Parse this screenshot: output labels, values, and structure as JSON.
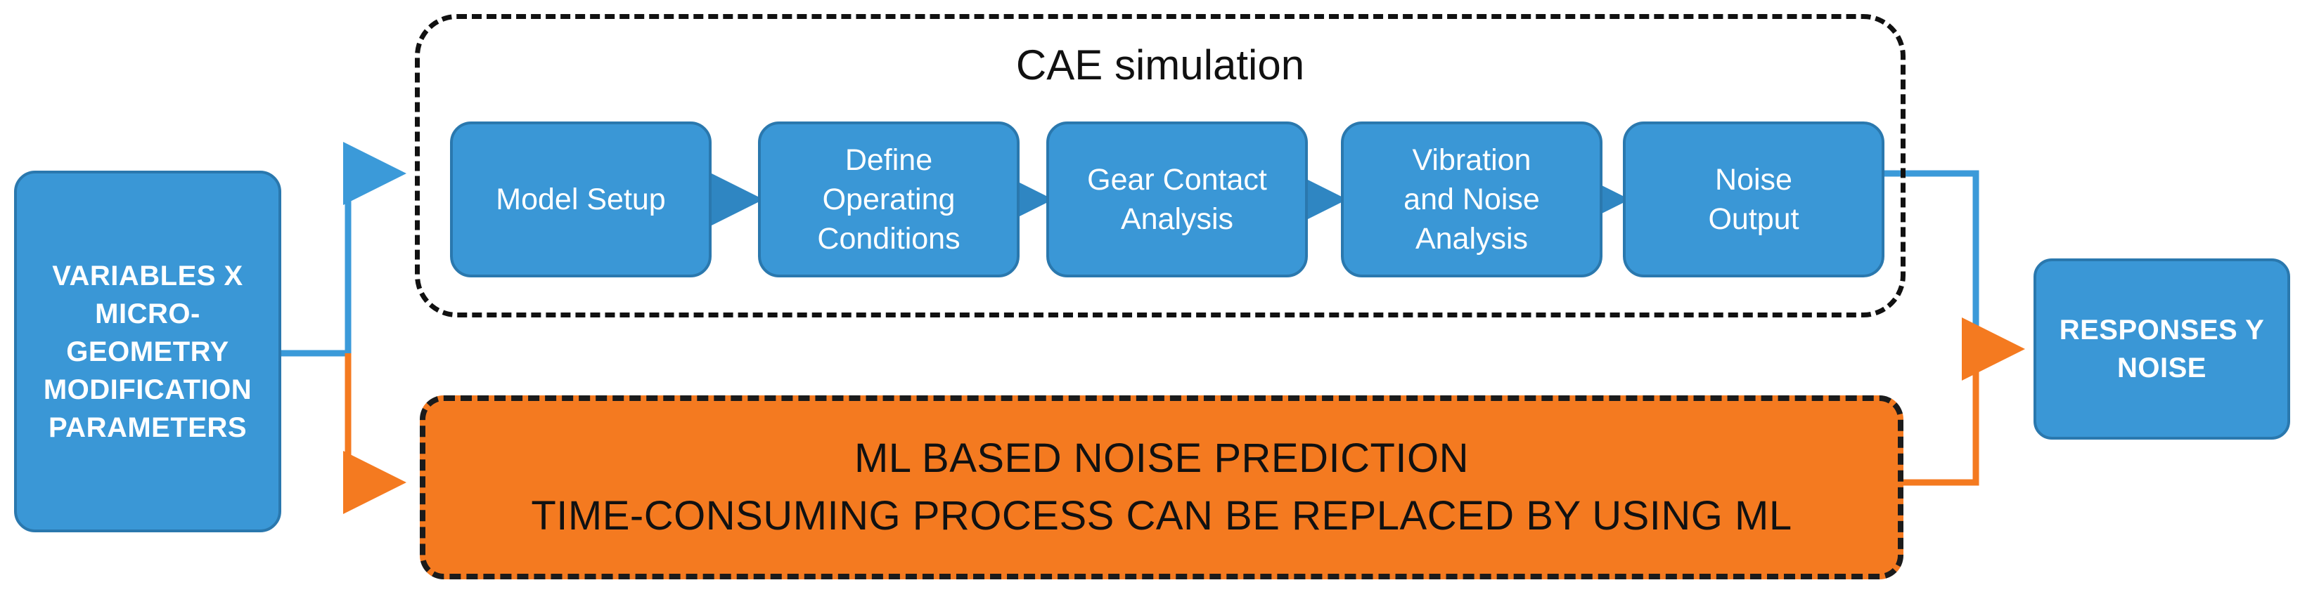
{
  "input_box": {
    "lines": [
      "VARIABLES X",
      "MICRO-",
      "GEOMETRY",
      "MODIFICATION",
      "PARAMETERS"
    ]
  },
  "cae": {
    "title": "CAE simulation",
    "steps": [
      {
        "lines": [
          "Model Setup"
        ]
      },
      {
        "lines": [
          "Define",
          "Operating",
          "Conditions"
        ]
      },
      {
        "lines": [
          "Gear Contact",
          "Analysis"
        ]
      },
      {
        "lines": [
          "Vibration",
          "and Noise",
          "Analysis"
        ]
      },
      {
        "lines": [
          "Noise",
          "Output"
        ]
      }
    ]
  },
  "ml_box": {
    "lines": [
      "ML BASED NOISE PREDICTION",
      "TIME-CONSUMING PROCESS CAN BE REPLACED BY USING ML"
    ]
  },
  "output_box": {
    "lines": [
      "RESPONSES Y",
      "NOISE"
    ]
  },
  "colors": {
    "blue_fill": "#3a97d6",
    "blue_line": "#3b9ad9",
    "orange_fill": "#f47a20",
    "orange_line": "#f47a20",
    "dashed_border": "#111111"
  }
}
